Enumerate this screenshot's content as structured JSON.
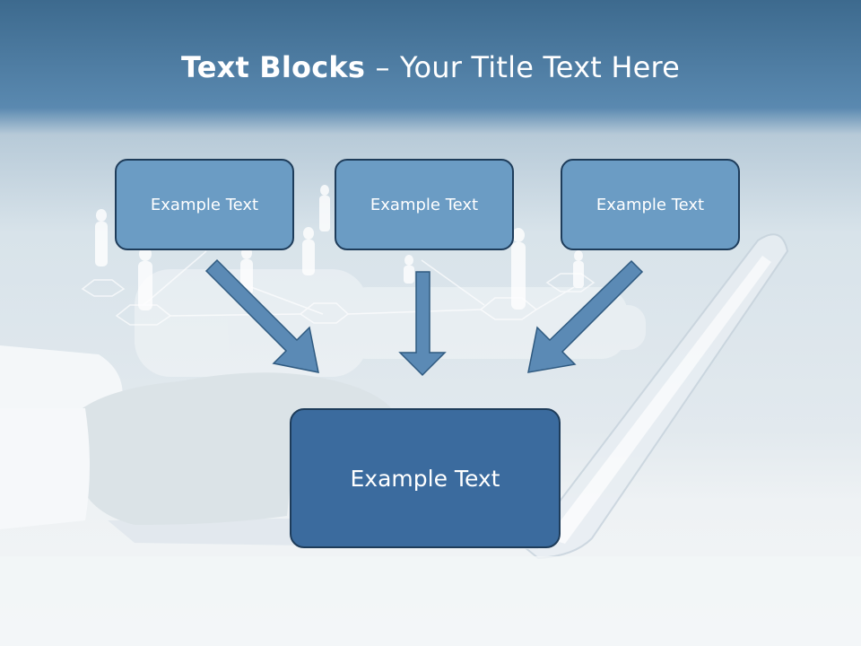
{
  "slide": {
    "title_bold": "Text Blocks",
    "title_dash": "–",
    "title_rest": "Your Title Text Here"
  },
  "blocks": [
    {
      "label": "Example Text"
    },
    {
      "label": "Example Text"
    },
    {
      "label": "Example Text"
    }
  ],
  "target": {
    "label": "Example Text"
  },
  "colors": {
    "header": "#3d6a8e",
    "small_box": "#6b9cc4",
    "big_box": "#3b6b9e",
    "border": "#1e3c5a",
    "arrow": "#5b8ab5"
  },
  "background": {
    "icon": "business-network-laptop-photo"
  }
}
